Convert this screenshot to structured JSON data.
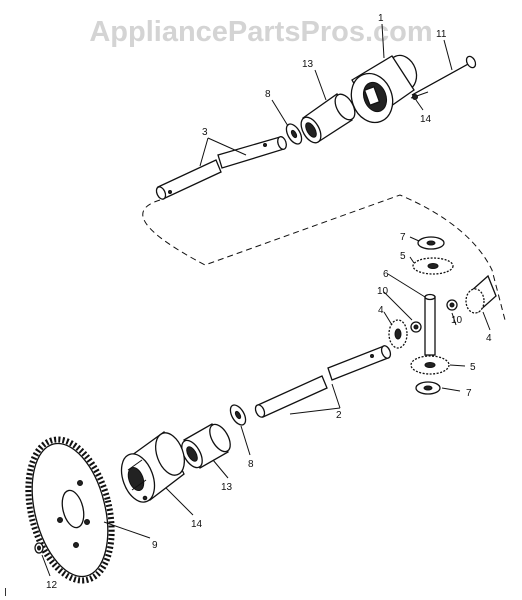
{
  "watermark": "AppliancePartsPros.com",
  "callouts": {
    "c1": "1",
    "c11": "11",
    "c13a": "13",
    "c8a": "8",
    "c3": "3",
    "c14a": "14",
    "c7a": "7",
    "c5a": "5",
    "c6": "6",
    "c10a": "10",
    "c10b": "10",
    "c4a": "4",
    "c4b": "4",
    "c5b": "5",
    "c2": "2",
    "c7b": "7",
    "c8b": "8",
    "c13b": "13",
    "c14b": "14",
    "c9": "9",
    "c12": "12"
  }
}
